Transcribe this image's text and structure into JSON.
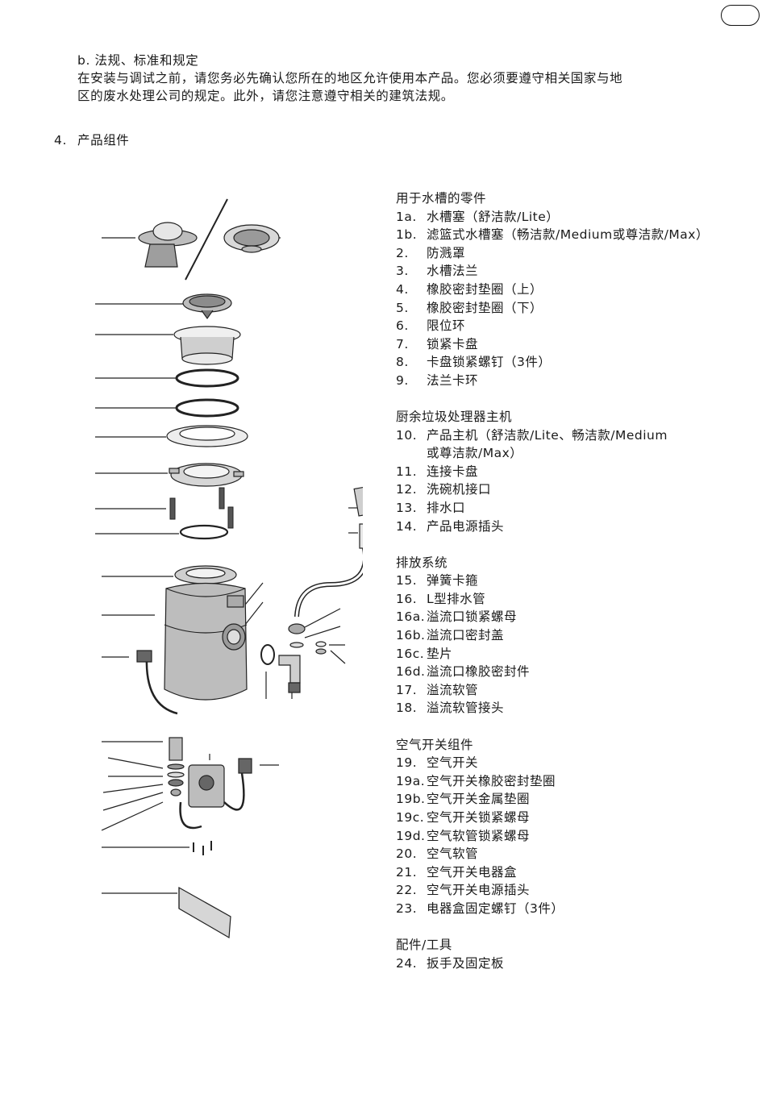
{
  "header": {
    "lang_badge": ""
  },
  "section_b": {
    "title": "b. 法规、标准和规定",
    "line1": "在安装与调试之前，请您务必先确认您所在的地区允许使用本产品。您必须要遵守相关国家与地",
    "line2": "区的废水处理公司的规定。此外，请您注意遵守相关的建筑法规。"
  },
  "section_4": {
    "number": "4.",
    "title": "产品组件"
  },
  "parts": {
    "sink": {
      "title": "用于水槽的零件",
      "items": [
        {
          "n": "1a.",
          "t": "水槽塞（舒洁款/Lite）"
        },
        {
          "n": "1b.",
          "t": "滤篮式水槽塞（畅洁款/Medium或尊洁款/Max）"
        },
        {
          "n": "2.",
          "t": "防溅罩"
        },
        {
          "n": "3.",
          "t": "水槽法兰"
        },
        {
          "n": "4.",
          "t": "橡胶密封垫圈（上）"
        },
        {
          "n": "5.",
          "t": "橡胶密封垫圈（下）"
        },
        {
          "n": "6.",
          "t": "限位环"
        },
        {
          "n": "7.",
          "t": "锁紧卡盘"
        },
        {
          "n": "8.",
          "t": "卡盘锁紧螺钉（3件）"
        },
        {
          "n": "9.",
          "t": "法兰卡环"
        }
      ]
    },
    "main_unit": {
      "title": "厨余垃圾处理器主机",
      "item10_n": "10.",
      "item10_t": "产品主机（舒洁款/Lite、畅洁款/Medium",
      "item10_cont": "或尊洁款/Max）",
      "items": [
        {
          "n": "11.",
          "t": "连接卡盘"
        },
        {
          "n": "12.",
          "t": "洗碗机接口"
        },
        {
          "n": "13.",
          "t": "排水口"
        },
        {
          "n": "14.",
          "t": "产品电源插头"
        }
      ]
    },
    "drain": {
      "title": "排放系统",
      "items": [
        {
          "n": "15.",
          "t": "弹簧卡箍"
        },
        {
          "n": "16.",
          "t": "L型排水管"
        },
        {
          "n": "16a.",
          "t": "溢流口锁紧螺母"
        },
        {
          "n": "16b.",
          "t": "溢流口密封盖"
        },
        {
          "n": "16c.",
          "t": "垫片"
        },
        {
          "n": "16d.",
          "t": "溢流口橡胶密封件"
        },
        {
          "n": "17.",
          "t": "溢流软管"
        },
        {
          "n": "18.",
          "t": "溢流软管接头"
        }
      ]
    },
    "air_switch": {
      "title": "空气开关组件",
      "items": [
        {
          "n": "19.",
          "t": "空气开关"
        },
        {
          "n": "19a.",
          "t": "空气开关橡胶密封垫圈"
        },
        {
          "n": "19b.",
          "t": "空气开关金属垫圈"
        },
        {
          "n": "19c.",
          "t": "空气开关锁紧螺母"
        },
        {
          "n": "19d.",
          "t": "空气软管锁紧螺母"
        },
        {
          "n": "20.",
          "t": "空气软管"
        },
        {
          "n": "21.",
          "t": "空气开关电器盒"
        },
        {
          "n": "22.",
          "t": "空气开关电源插头"
        },
        {
          "n": "23.",
          "t": "电器盒固定螺钉（3件）"
        }
      ]
    },
    "accessories": {
      "title": "配件/工具",
      "items": [
        {
          "n": "24.",
          "t": "扳手及固定板"
        }
      ]
    }
  }
}
